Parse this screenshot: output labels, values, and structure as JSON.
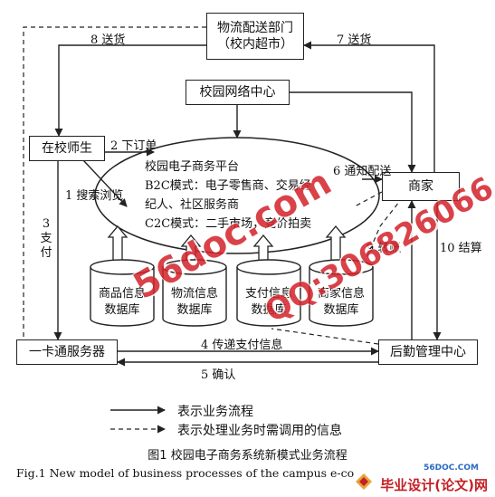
{
  "nodes": {
    "logistics": {
      "line1": "物流配送部门",
      "line2": "（校内超市）"
    },
    "network": "校园网络中心",
    "teacher": "在校师生",
    "merchant": "商家",
    "card_server": "一卡通服务器",
    "logistics_center": "后勤管理中心",
    "platform": {
      "line1": "校园电子商务平台",
      "line2": "B2C模式：电子零售商、交易经",
      "line3": "纪人、社区服务商",
      "line4": "C2C模式：二手市场，竞价拍卖"
    }
  },
  "databases": [
    {
      "line1": "商品信息",
      "line2": "数据库"
    },
    {
      "line1": "物流信息",
      "line2": "数据库"
    },
    {
      "line1": "支付信息",
      "line2": "数据库"
    },
    {
      "line1": "商家信息",
      "line2": "数据库"
    }
  ],
  "flows": {
    "f1": "1 搜索浏览",
    "f2": "2 下订单",
    "f3_num": "3",
    "f3_a": "支",
    "f3_b": "付",
    "f4": "4 传递支付信息",
    "f5": "5 确认",
    "f6": "6 通知配送",
    "f7": "7 送货",
    "f8": "8 送货",
    "f9": "9 转账",
    "f10": "10 结算"
  },
  "legend": {
    "solid": "表示业务流程",
    "dashed": "表示处理业务时需调用的信息"
  },
  "caption": {
    "cn": "图1  校园电子商务系统新模式业务流程",
    "en": "Fig.1 New model of business processes of the campus e-co"
  },
  "watermarks": {
    "w1": "56doc.com",
    "w2": "QQ:306826066"
  },
  "brand": {
    "small": "56DOC.COM",
    "main": "毕业设计(论文)网"
  }
}
